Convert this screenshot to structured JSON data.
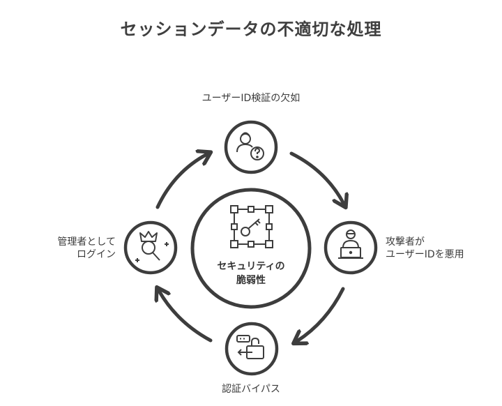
{
  "title": "セッションデータの不適切な処理",
  "center": {
    "line1": "セキュリティの",
    "line2": "脆弱性",
    "icon": "key-icon"
  },
  "steps": [
    {
      "id": "top",
      "label_lines": [
        "ユーザーID検証の欠如"
      ],
      "icon": "user-question-icon"
    },
    {
      "id": "right",
      "label_lines": [
        "攻撃者が",
        "ユーザーIDを悪用"
      ],
      "icon": "hacker-laptop-icon"
    },
    {
      "id": "bottom",
      "label_lines": [
        "認証バイパス"
      ],
      "icon": "unlock-bypass-icon"
    },
    {
      "id": "left",
      "label_lines": [
        "管理者として",
        "ログイン"
      ],
      "icon": "admin-crown-icon"
    }
  ],
  "colors": {
    "stroke": "#3d3d3d",
    "background": "#ffffff",
    "text": "#3b3b3b"
  }
}
